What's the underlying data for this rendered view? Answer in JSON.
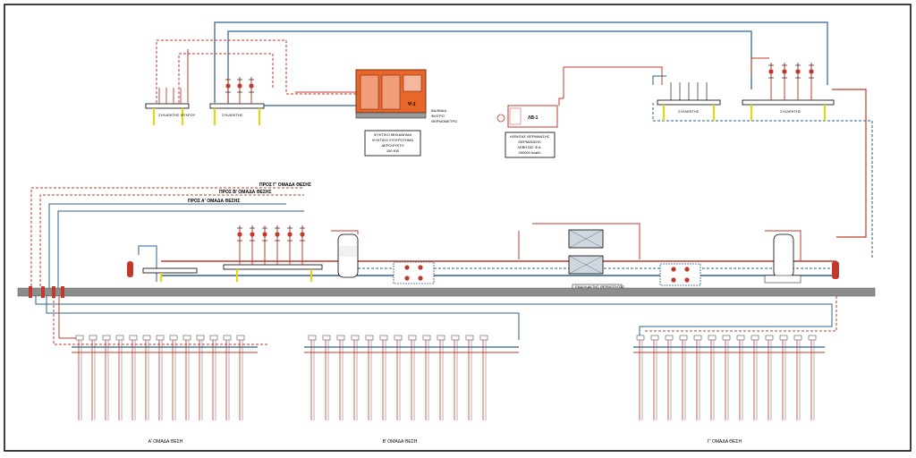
{
  "diagram": {
    "chiller_caption": [
      "ΨΥΚΤΙΚΟ ΜΗΧΑΝΗΜΑ",
      "ΨΥΚΤΙΚΟ ΣΥΓΚΡΟΤΗΜΑ",
      "ΑΕΡΟΨΥΚΤΟ",
      "150 KW"
    ],
    "chiller_tag": "Ψ-1",
    "chiller_notes": [
      "ΒΑΛΒΙΔΑ",
      "ΦΙΛΤΡΟ",
      "ΘΕΡΜΟΜΕΤΡΟ"
    ],
    "boiler_tag": "ΛΒ-1",
    "boiler_caption": [
      "ΛΕΒΗΤΑΣ ΘΕΡΜΑΝΣΗΣ",
      "ΘΕΡΜΑΝΣΗΣ",
      "ΛΕΒΗΤΑΣ Φ.Α.",
      "250000 kcal/h"
    ],
    "collector_top_left": "ΣΥΛΛΕΚΤΗΣ ΨΥΧΡΟΥ",
    "collector_top_mid": "ΣΥΛΛΕΚΤΗΣ",
    "collector_top_right": "ΣΥΛΛΕΚΤΗΣ",
    "collector_right_name": "ΣΥΛΛΕΚΤΗΣ",
    "supply_labels": [
      "ΠΡΟΣ Γ' ΟΜΑΔΑ ΘΕΣΗΣ",
      "ΠΡΟΣ Β' ΟΜΑΔΑ ΘΕΣΗΣ",
      "ΠΡΟΣ Α' ΟΜΑΔΑ ΘΕΣΗΣ"
    ],
    "heat_exchanger_label": "ΕΝΑΛΛΑΚΤΗΣ ΘΕΡΜΟΤΗΤΑΣ",
    "group_labels": [
      "Α' ΟΜΑΔΑ ΘΕΣΗ",
      "Β' ΟΜΑΔΑ ΘΕΣΗ",
      "Γ' ΟΜΑΔΑ ΘΕΣΗ"
    ]
  },
  "colors": {
    "hot": "#c0392b",
    "cold": "#2e5f8a",
    "chiller": "#e8662a",
    "floor": "#8c8c8c",
    "frame": "#000000"
  }
}
